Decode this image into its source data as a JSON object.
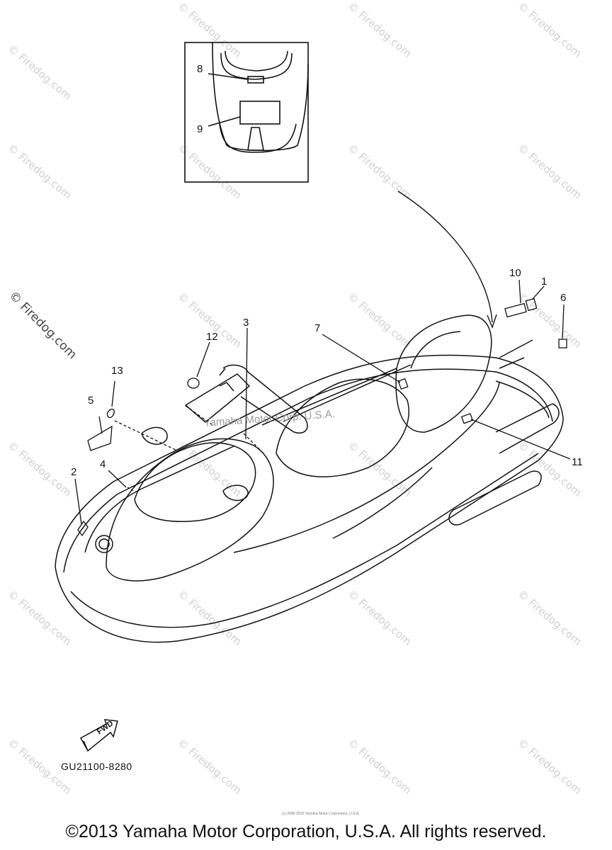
{
  "watermark": {
    "side_text": "© Firedog.com",
    "tile_text": "© Firedog.com",
    "inline_text": "Yamaha Motor Corp. U.S.A."
  },
  "callouts": {
    "c1": "1",
    "c2": "2",
    "c3": "3",
    "c4": "4",
    "c5": "5",
    "c6": "6",
    "c7": "7",
    "c8": "8",
    "c9": "9",
    "c10": "10",
    "c11": "11",
    "c12": "12",
    "c13": "13"
  },
  "fwd_label": "FWD",
  "diagram_code": "GU21100-8280",
  "small_print": "(c) 2005-2015 Yamaha Motor Corporation, U.S.A.",
  "copyright": "©2013 Yamaha Motor Corporation, U.S.A. All rights reserved."
}
